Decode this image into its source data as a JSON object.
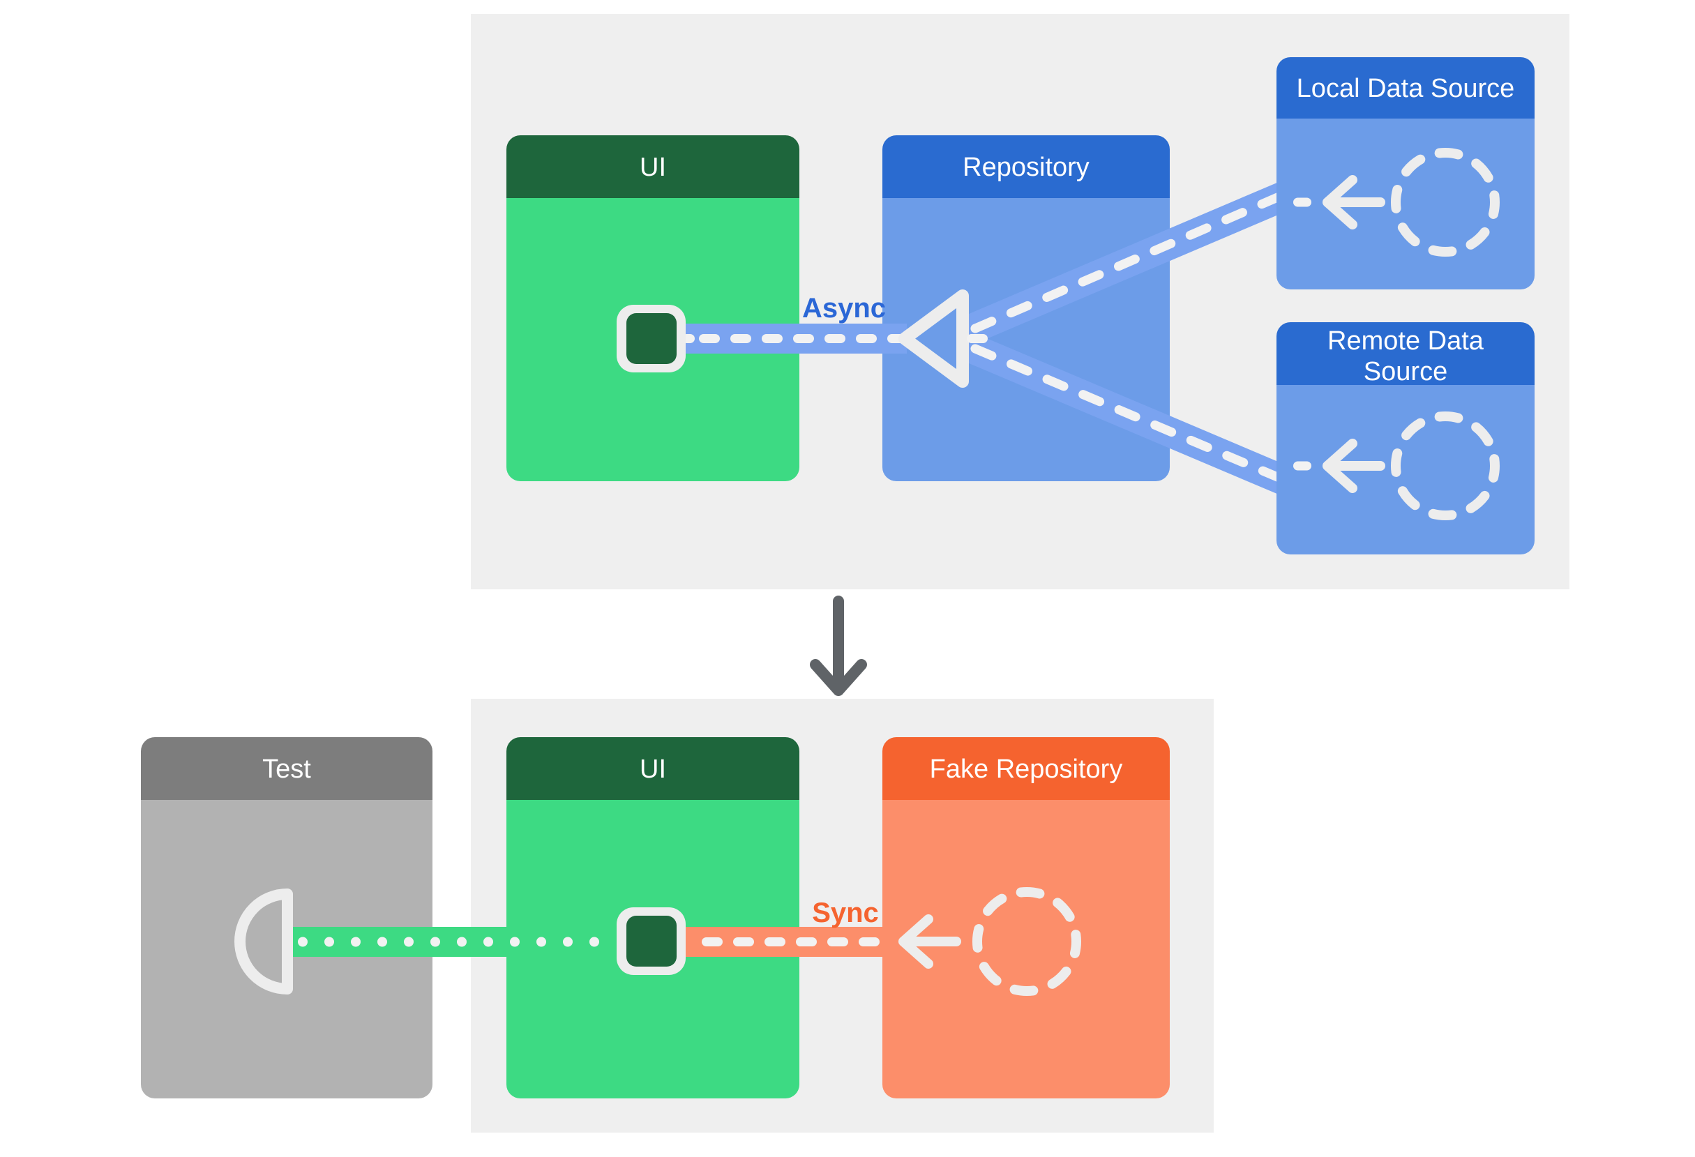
{
  "diagram": {
    "kind": "architecture-diagram",
    "sections": [
      {
        "id": "production",
        "name": "production-architecture"
      },
      {
        "id": "test",
        "name": "test-architecture"
      }
    ],
    "boxes": [
      {
        "id": "ui-top",
        "label": "UI",
        "palette": "green"
      },
      {
        "id": "repository",
        "label": "Repository",
        "palette": "blue"
      },
      {
        "id": "local-data-source",
        "label": "Local Data Source",
        "palette": "blue"
      },
      {
        "id": "remote-data-source",
        "label": "Remote Data Source",
        "label_lines": [
          "Remote Data",
          "Source"
        ],
        "palette": "blue"
      },
      {
        "id": "test",
        "label": "Test",
        "palette": "gray"
      },
      {
        "id": "ui-bottom",
        "label": "UI",
        "palette": "green"
      },
      {
        "id": "fake-repository",
        "label": "Fake Repository",
        "palette": "orange"
      }
    ],
    "edge_labels": [
      {
        "id": "async",
        "text": "Async"
      },
      {
        "id": "sync",
        "text": "Sync"
      }
    ],
    "icons": [
      "phone-screen-icon",
      "triangle-arrowhead-icon",
      "dashed-circle-icon",
      "left-arrow-icon",
      "socket-icon",
      "down-arrow-icon"
    ],
    "colors": {
      "canvas": "#ffffff",
      "panel": "#efefef",
      "green_header": "#1e663c",
      "green_body": "#3dda83",
      "blue_header": "#2a6bd0",
      "blue_body": "#6c9ce8",
      "blue_band": "#7aa3f0",
      "orange_header": "#f5632f",
      "orange_body": "#fc8e6a",
      "gray_header": "#7d7d7d",
      "gray_body": "#b2b2b2",
      "icon_stroke": "#ededed",
      "dash": "#f2f2f2",
      "label_async": "#2b67d6",
      "label_sync": "#f5632f",
      "down_arrow": "#5f6367",
      "box_label": "#ffffff"
    }
  }
}
